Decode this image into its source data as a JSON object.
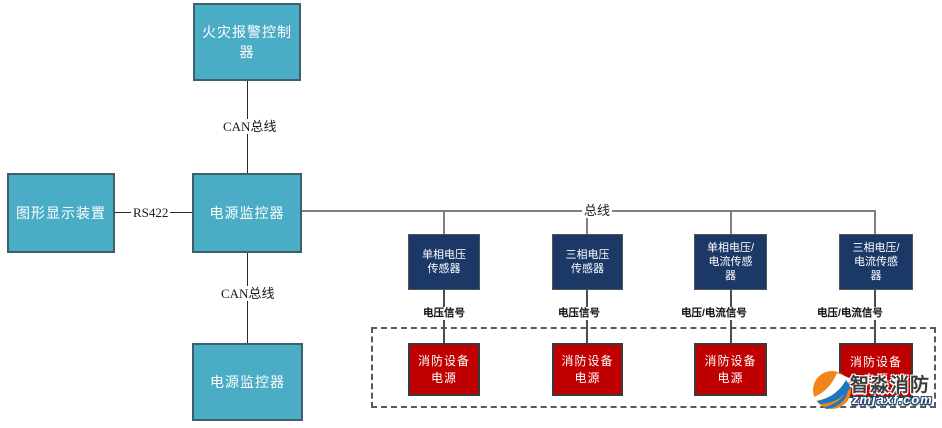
{
  "diagram": {
    "nodes": {
      "fire_alarm_controller": "火灾报警控制器",
      "graphic_display": "图形显示装置",
      "power_monitor": "电源监控器",
      "power_monitor_secondary": "电源监控器",
      "sensors": [
        {
          "label": "单相电压\n传感器"
        },
        {
          "label": "三相电压\n传感器"
        },
        {
          "label": "单相电压/\n电流传感\n器"
        },
        {
          "label": "三相电压/\n电流传感\n器"
        }
      ],
      "fire_power_supplies": [
        {
          "label": "消防设备\n电源"
        },
        {
          "label": "消防设备\n电源"
        },
        {
          "label": "消防设备\n电源"
        },
        {
          "label": "消防设备\n电源"
        }
      ]
    },
    "labels": {
      "can_bus_top": "CAN总线",
      "can_bus_bottom": "CAN总线",
      "rs422": "RS422",
      "bus": "总线",
      "signals": [
        {
          "label": "电压信号"
        },
        {
          "label": "电压信号"
        },
        {
          "label": "电压/电流信号"
        },
        {
          "label": "电压/电流信号"
        }
      ]
    },
    "colors": {
      "teal_node": "#4BACC6",
      "navy_node": "#1B3866",
      "red_node": "#C00000",
      "bus_line": "#7F7F7F",
      "connector_line": "#2A2A2A",
      "dashed_border": "#595959",
      "logo_orange": "#F08519",
      "logo_blue": "#1E78C0"
    },
    "watermark": {
      "brand": "智淼消防",
      "site": "zmjaxf.com"
    }
  }
}
